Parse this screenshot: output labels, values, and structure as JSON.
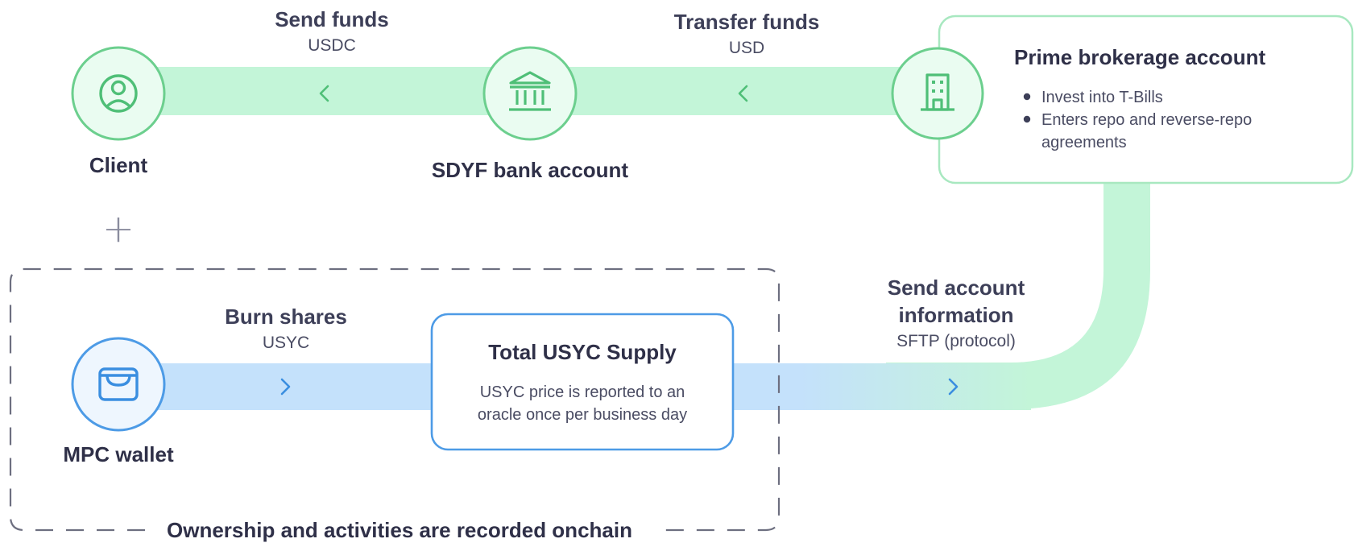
{
  "colors": {
    "green_band": "#c3f5d8",
    "green_stroke": "#6ccf8e",
    "green_fill": "#eafcf1",
    "blue_band": "#c4e1fb",
    "blue_stroke": "#4d9be6",
    "blue_fill": "#eef6fe",
    "text_dark": "#3d3f58",
    "dash": "#6d6f80"
  },
  "flows": {
    "send_funds": {
      "title": "Send funds",
      "subtitle": "USDC"
    },
    "transfer_funds": {
      "title": "Transfer funds",
      "subtitle": "USD"
    },
    "burn_shares": {
      "title": "Burn shares",
      "subtitle": "USYC"
    },
    "send_account_info": {
      "title_line1": "Send account",
      "title_line2": "information",
      "subtitle": "SFTP (protocol)"
    }
  },
  "nodes": {
    "client": {
      "label": "Client",
      "icon": "user-icon"
    },
    "sdyf_bank": {
      "label": "SDYF bank account",
      "icon": "bank-icon"
    },
    "prime_brokerage": {
      "label": "Prime brokerage account",
      "icon": "building-icon",
      "bullets": [
        {
          "line1": "Invest into T-Bills",
          "line2": ""
        },
        {
          "line1": "Enters repo and reverse-repo",
          "line2": "agreements"
        }
      ]
    },
    "mpc_wallet": {
      "label": "MPC wallet",
      "icon": "wallet-icon"
    },
    "usyc_supply": {
      "title": "Total USYC Supply",
      "desc_line1": "USYC price is reported to an",
      "desc_line2": "oracle once per business day"
    }
  },
  "onchain_group": {
    "label": "Ownership and activities are recorded onchain"
  },
  "connector_symbol": "+"
}
